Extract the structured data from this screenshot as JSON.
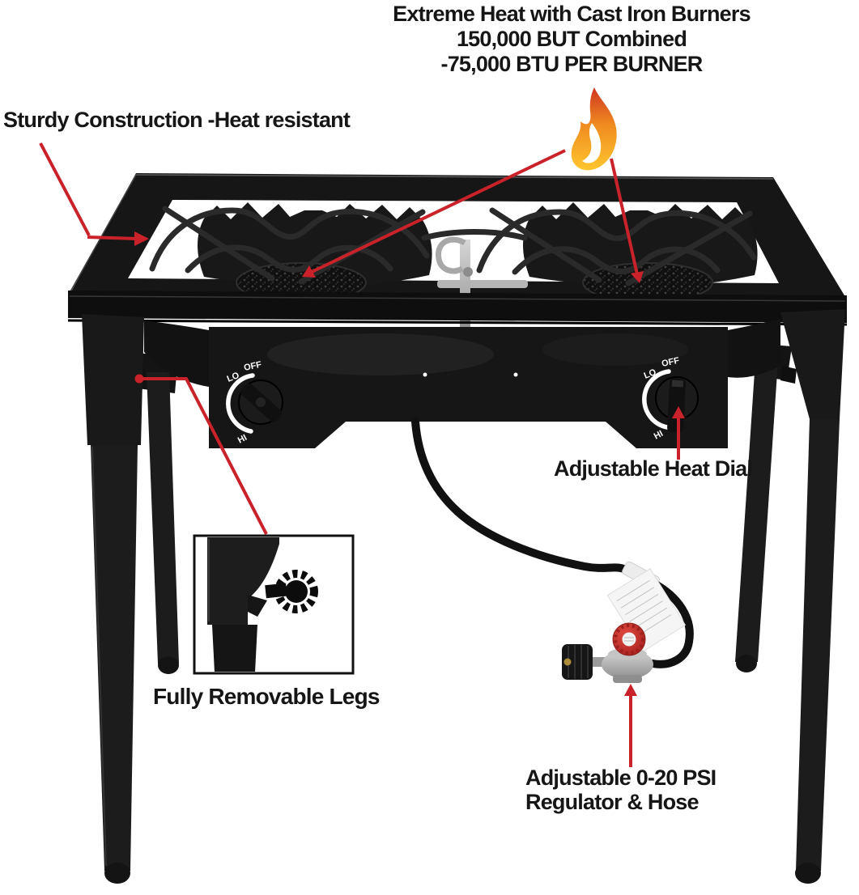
{
  "annotations": {
    "heading_line1": "Extreme Heat with Cast Iron Burners",
    "heading_line2": "150,000 BUT Combined",
    "heading_line3": "-75,000 BTU PER BURNER",
    "sturdy_label": "Sturdy Construction -Heat resistant",
    "heat_dial_label": "Adjustable Heat Dial",
    "removable_legs_label": "Fully Removable Legs",
    "regulator_label_line1": "Adjustable 0-20 PSI",
    "regulator_label_line2": "Regulator & Hose"
  },
  "stove": {
    "knob_markings": {
      "lo": "LO",
      "off": "OFF",
      "hi": "HI"
    }
  },
  "icons": {
    "flame": "flame-icon"
  },
  "colors": {
    "annotation_red": "#c9222a",
    "text_black": "#161616",
    "stove_black": "#161616",
    "flame_red": "#d8402a",
    "flame_orange": "#f49b1d",
    "flame_yellow": "#ffc62e",
    "regulator_red": "#c12b28",
    "regulator_silver": "#b9b9b9"
  }
}
